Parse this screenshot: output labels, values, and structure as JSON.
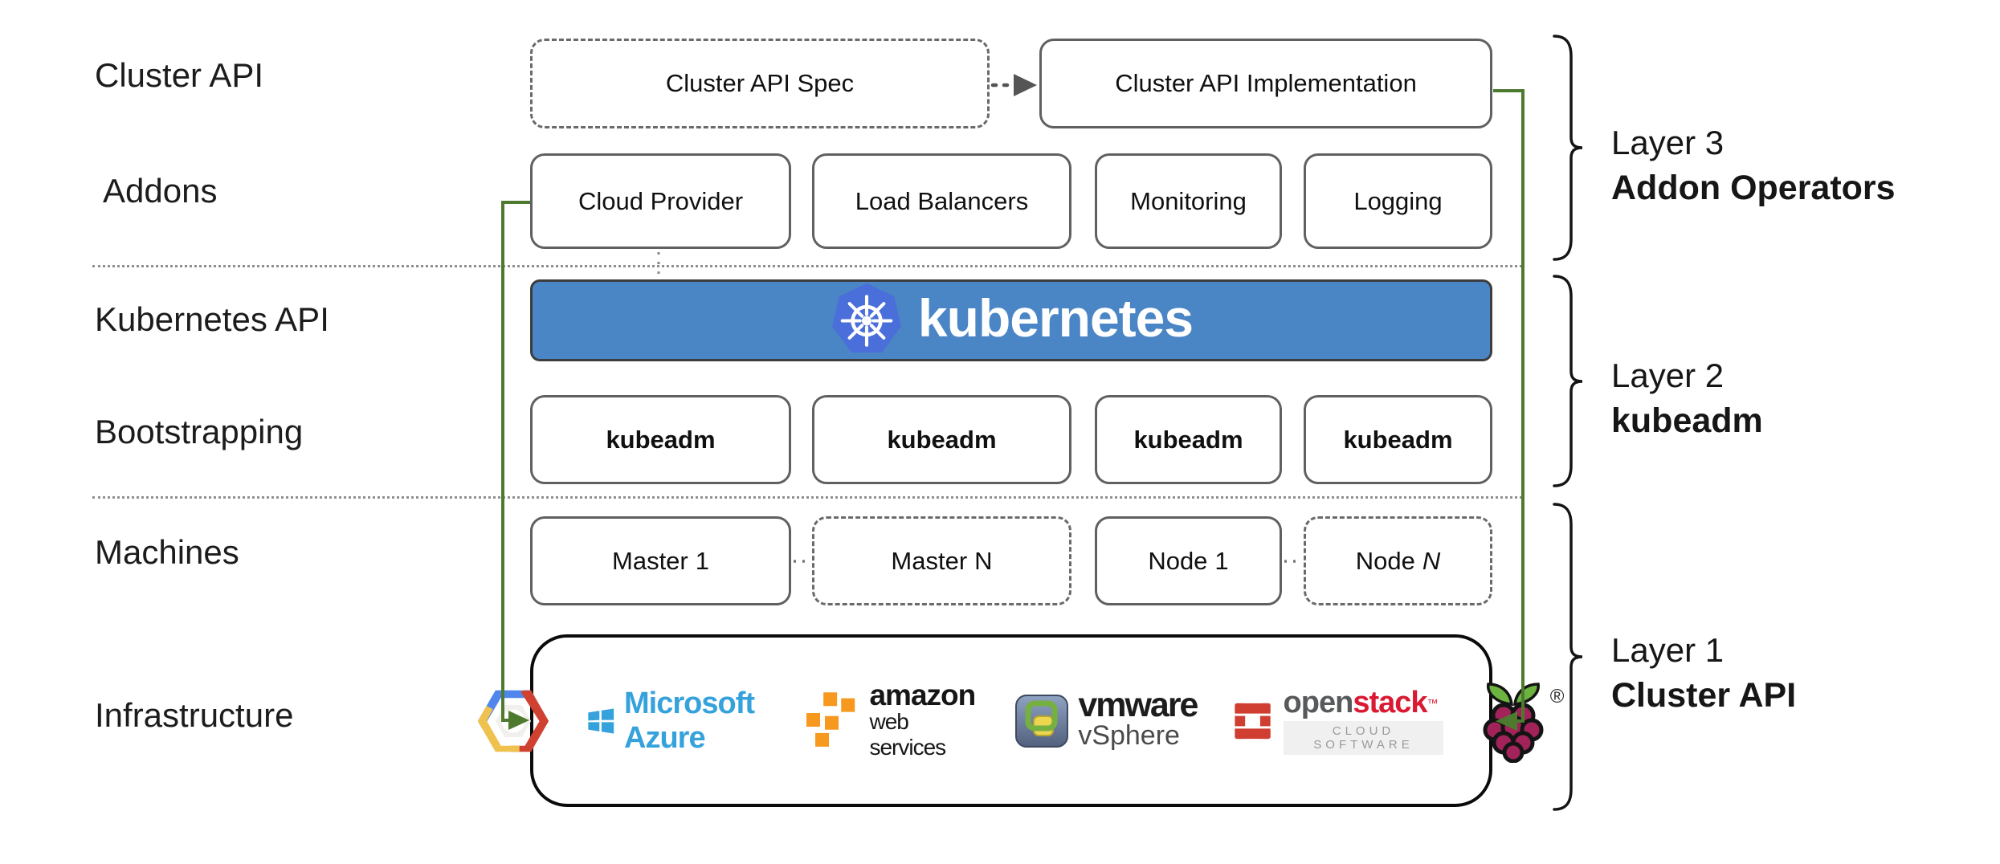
{
  "left_labels": {
    "cluster_api": "Cluster API",
    "addons": "Addons",
    "kubernetes_api": "Kubernetes API",
    "bootstrapping": "Bootstrapping",
    "machines": "Machines",
    "infrastructure": "Infrastructure"
  },
  "cluster_api_row": {
    "spec_label": "Cluster API Spec",
    "implementation_label": "Cluster API Implementation"
  },
  "addon_boxes": [
    "Cloud Provider",
    "Load Balancers",
    "Monitoring",
    "Logging"
  ],
  "kubernetes_banner": {
    "wordmark": "kubernetes"
  },
  "bootstrap_boxes": [
    "kubeadm",
    "kubeadm",
    "kubeadm",
    "kubeadm"
  ],
  "machine_boxes": [
    {
      "prefix": "Master",
      "suffix": "1"
    },
    {
      "prefix": "Master",
      "suffix": "N"
    },
    {
      "prefix": "Node",
      "suffix": "1"
    },
    {
      "prefix": "Node",
      "suffix": "N"
    }
  ],
  "infrastructure_logos": {
    "google_cloud_icon": "google-cloud-platform-hexagon",
    "azure_text": "Microsoft Azure",
    "aws_text_top": "amazon",
    "aws_text_bottom": "web services",
    "vmware_text_top": "vmware",
    "vmware_text_bottom": "vSphere",
    "openstack_text_open": "open",
    "openstack_text_stack": "stack",
    "openstack_trademark": "™",
    "openstack_subtext": "CLOUD SOFTWARE",
    "raspberry_pi_registered": "®"
  },
  "layer_annotations": [
    {
      "title": "Layer 3",
      "subtitle": "Addon Operators"
    },
    {
      "title": "Layer 2",
      "subtitle": "kubeadm"
    },
    {
      "title": "Layer 1",
      "subtitle": "Cluster API"
    }
  ],
  "colors": {
    "kubernetes_banner_bg": "#4A85C5",
    "kubernetes_logo_badge": "#4A6EDA",
    "connector_green": "#4E7A2F",
    "arrow_gray": "#555555",
    "box_border_gray": "#5F6062",
    "azure_blue": "#35A2DC",
    "aws_orange": "#F7981F",
    "openstack_red": "#DA1A32",
    "openstack_gray": "#58595B",
    "gcp_blue": "#5086EC",
    "gcp_red": "#CF4232",
    "gcp_yellow": "#EFC24E",
    "vmware_green": "#76B041",
    "vmware_yellow": "#ECD64F",
    "raspberry_crimson": "#A22359",
    "raspberry_leaf_green": "#6CB33F"
  }
}
